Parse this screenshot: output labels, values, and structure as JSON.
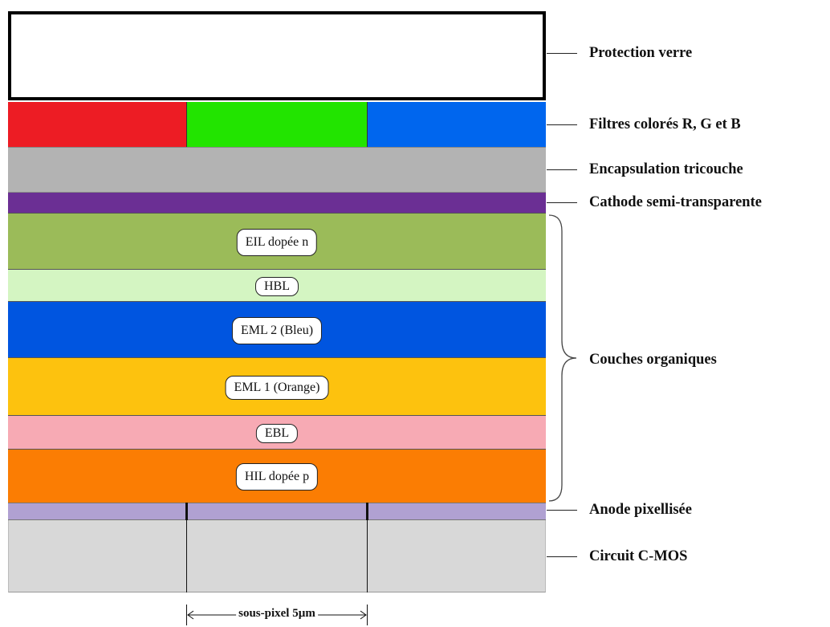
{
  "stack": {
    "glass": {
      "color": "#ffffff",
      "border": "#000000"
    },
    "filters": [
      {
        "name": "R",
        "color": "#ed1c24"
      },
      {
        "name": "G",
        "color": "#22e400"
      },
      {
        "name": "B",
        "color": "#0066ee"
      }
    ],
    "encapsulation": {
      "color": "#b3b3b3"
    },
    "cathode": {
      "color": "#6b2f94"
    },
    "organic_layers": [
      {
        "label": "EIL dopée n",
        "color": "#9bbb59"
      },
      {
        "label": "HBL",
        "color": "#d4f5c2"
      },
      {
        "label": "EML 2 (Bleu)",
        "color": "#0055e0"
      },
      {
        "label": "EML 1 (Orange)",
        "color": "#fdc20e"
      },
      {
        "label": "EBL",
        "color": "#f7aab4"
      },
      {
        "label": "HIL dopée p",
        "color": "#fb7d03"
      }
    ],
    "anode": {
      "color": "#b0a1d2"
    },
    "cmos": {
      "color": "#d8d8d8"
    }
  },
  "labels": {
    "glass": "Protection verre",
    "filters": "Filtres colorés R, G et B",
    "encapsulation": "Encapsulation tricouche",
    "cathode": "Cathode semi-transparente",
    "organic": "Couches organiques",
    "anode": "Anode pixellisée",
    "cmos": "Circuit C-MOS"
  },
  "subpixel_width": "sous-pixel 5µm"
}
